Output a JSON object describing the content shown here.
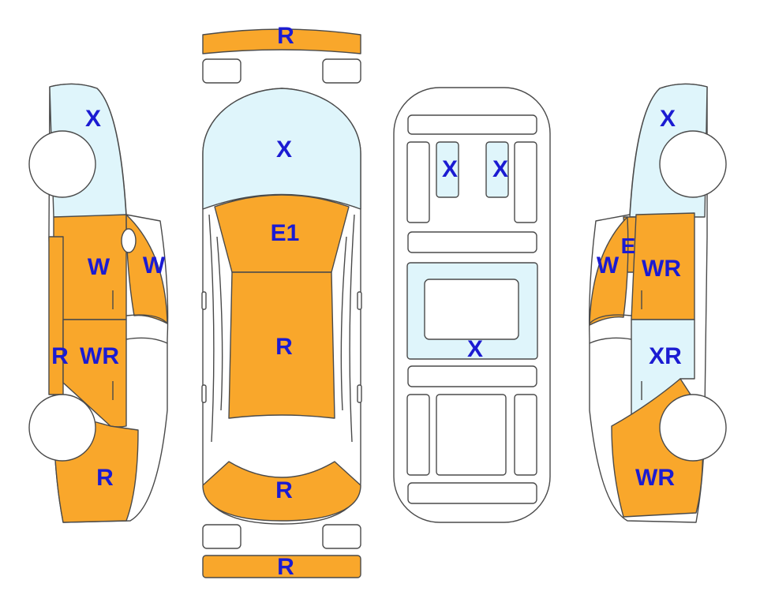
{
  "colors": {
    "damage": "#f9a72b",
    "glass": "#dff5fb",
    "outline": "#4a4a4a",
    "label": "#1b1bd2",
    "background": "#ffffff"
  },
  "labels": {
    "front_bumper": "R",
    "windshield": "X",
    "hood": "E1",
    "roof": "R",
    "trunk": "R",
    "rear_bumper": "R",
    "under_front_left": "X",
    "under_front_right": "X",
    "under_center": "X",
    "left_front_glass": "X",
    "left_front_door": "W",
    "left_pillar": "W",
    "left_rear_quarter": "R",
    "left_rear_door": "WR",
    "left_rear_fender": "R",
    "right_front_glass": "X",
    "right_pillar_upper": "E",
    "right_pillar": "W",
    "right_front_door": "WR",
    "right_rear_door": "XR",
    "right_rear_fender": "WR"
  }
}
